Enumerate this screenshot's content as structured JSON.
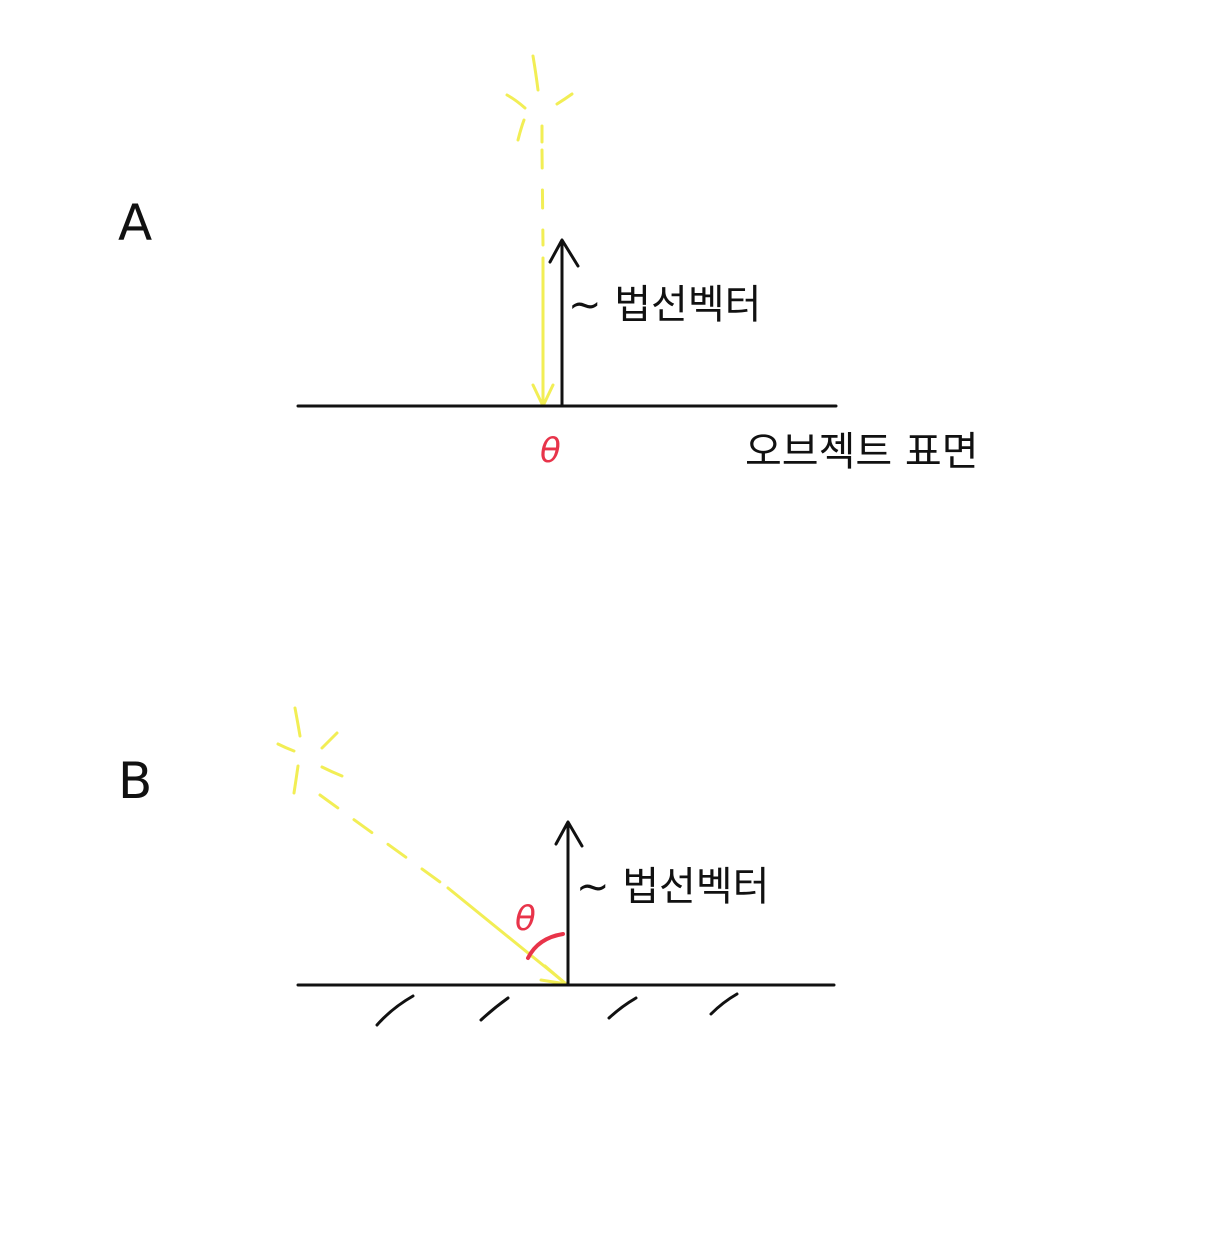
{
  "panels": [
    {
      "label": "A",
      "normal_label": "~ 법선벡터",
      "surface_label": "오브젝트 표면",
      "angle_label": "θ"
    },
    {
      "label": "B",
      "normal_label": "~ 법선벡터",
      "angle_label": "θ"
    }
  ],
  "colors": {
    "ink": "#111111",
    "light": "#f2ee55",
    "angle": "#e8344a"
  }
}
